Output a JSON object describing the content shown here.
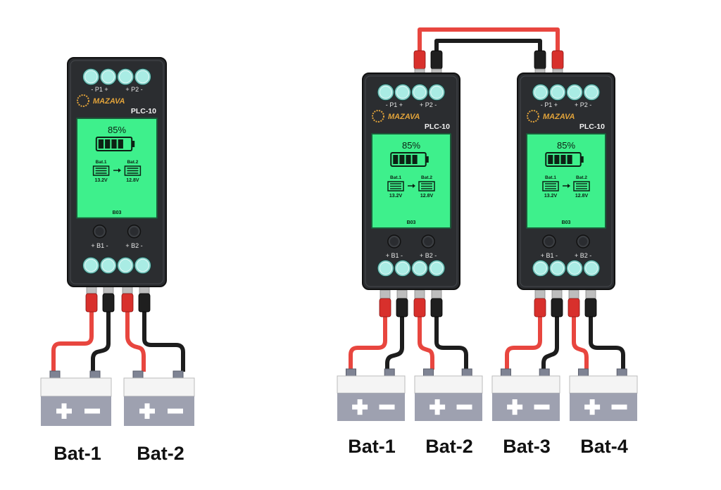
{
  "device": {
    "brand": "MAZAVA",
    "model": "PLC-10",
    "percent": "85%",
    "charge_level": 0.85,
    "bat1_name": "Bat.1",
    "bat2_name": "Bat.2",
    "bat1_voltage": "13.2V",
    "bat2_voltage": "12.8V",
    "code": "B03",
    "port_top_left": "- P1 +",
    "port_top_right": "+ P2 -",
    "port_bottom_left": "+ B1 -",
    "port_bottom_right": "+ B2 -"
  },
  "battery": {
    "plus": "+",
    "minus": "−"
  },
  "labels": {
    "left": [
      "Bat-1",
      "Bat-2"
    ],
    "right": [
      "Bat-1",
      "Bat-2",
      "Bat-3",
      "Bat-4"
    ]
  },
  "colors": {
    "lcd": "#3ef08c",
    "housing": "#2b2d30",
    "terminal": "#a9ece4",
    "red_wire": "#e8463f",
    "black_wire": "#1d1d1d",
    "battery_top": "#f4f4f4",
    "battery_body": "#9ea1b0"
  }
}
